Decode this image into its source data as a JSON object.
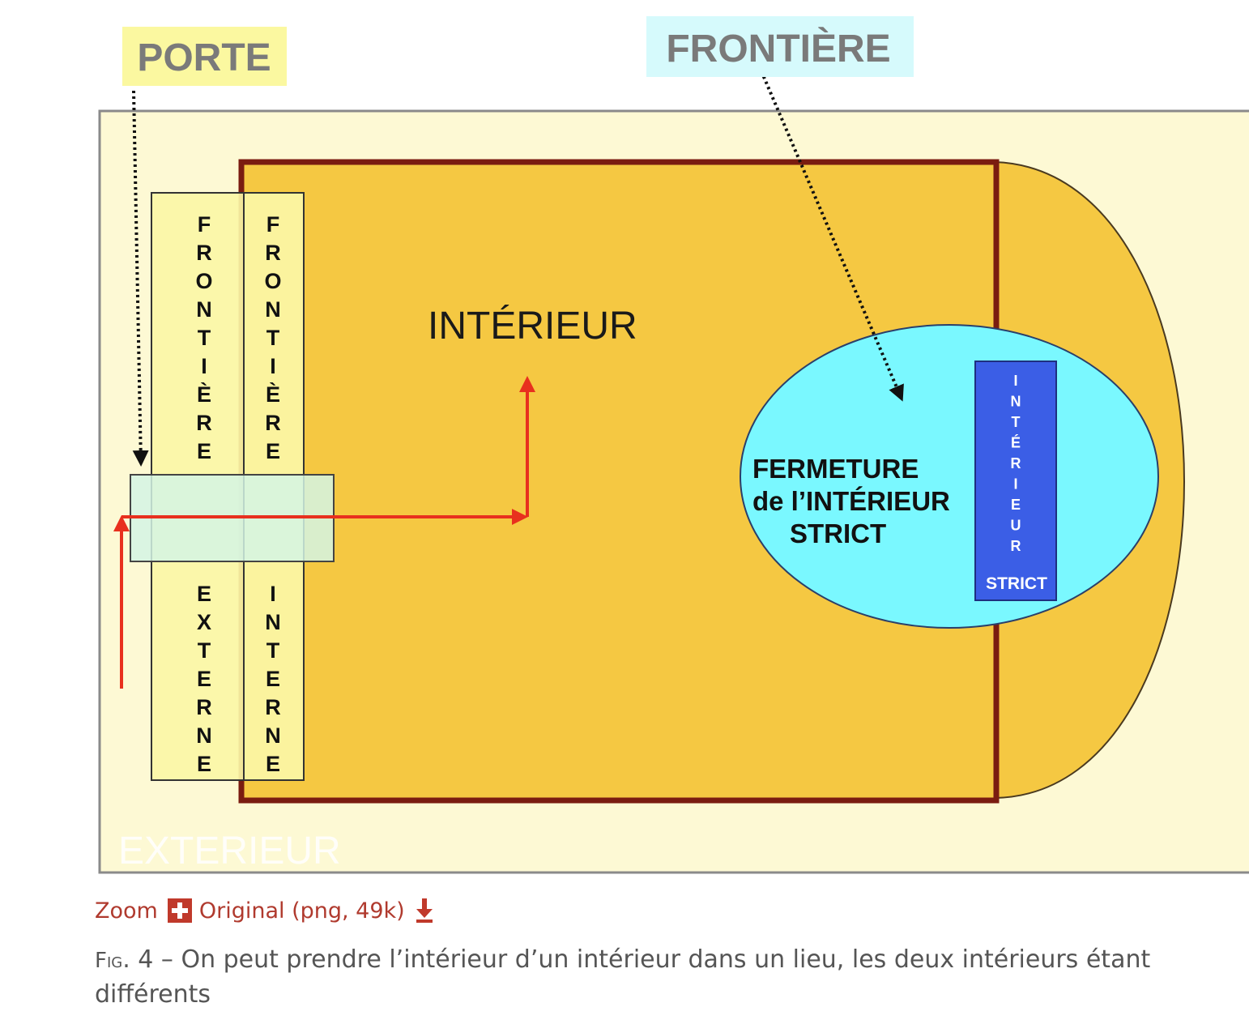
{
  "diagram": {
    "label_porte": "PORTE",
    "label_frontiere": "FRONTIÈRE",
    "label_interieur": "INTÉRIEUR",
    "label_exterieur": "EXTERIEUR",
    "strip_left_top_letters": [
      "F",
      "R",
      "O",
      "N",
      "T",
      "I",
      "È",
      "R",
      "E"
    ],
    "strip_right_top_letters": [
      "F",
      "R",
      "O",
      "N",
      "T",
      "I",
      "È",
      "R",
      "E"
    ],
    "strip_left_bottom_letters": [
      "E",
      "X",
      "T",
      "E",
      "R",
      "N",
      "E"
    ],
    "strip_right_bottom_letters": [
      "I",
      "N",
      "T",
      "E",
      "R",
      "N",
      "E"
    ],
    "fermeture_lines": [
      "FERMETURE",
      "de l’INTÉRIEUR",
      "STRICT"
    ],
    "strict_box_letters": [
      "I",
      "N",
      "T",
      "É",
      "R",
      "I",
      "E",
      "U",
      "R"
    ],
    "strict_box_label": "STRICT",
    "colors": {
      "outer_background": "#fdf9d4",
      "interior_fill": "#f5c842",
      "interior_border": "#7a1c10",
      "strip_fill": "#fbf6a6",
      "door_fill": "#d4f4e4",
      "closure_fill": "#7af8ff",
      "strict_box_fill": "#3b5ee6",
      "arrow_red": "#e8301e",
      "label_gray": "#7a7a7a",
      "porte_bg": "#fbf8a0",
      "frontiere_bg": "#d6fafc"
    }
  },
  "links": {
    "zoom": "Zoom",
    "original": "Original (png, 49k)"
  },
  "caption": {
    "fig_label": "Fig",
    "text": ". 4 – On peut prendre l’intérieur d’un intérieur dans un lieu, les deux intérieurs étant différents"
  }
}
